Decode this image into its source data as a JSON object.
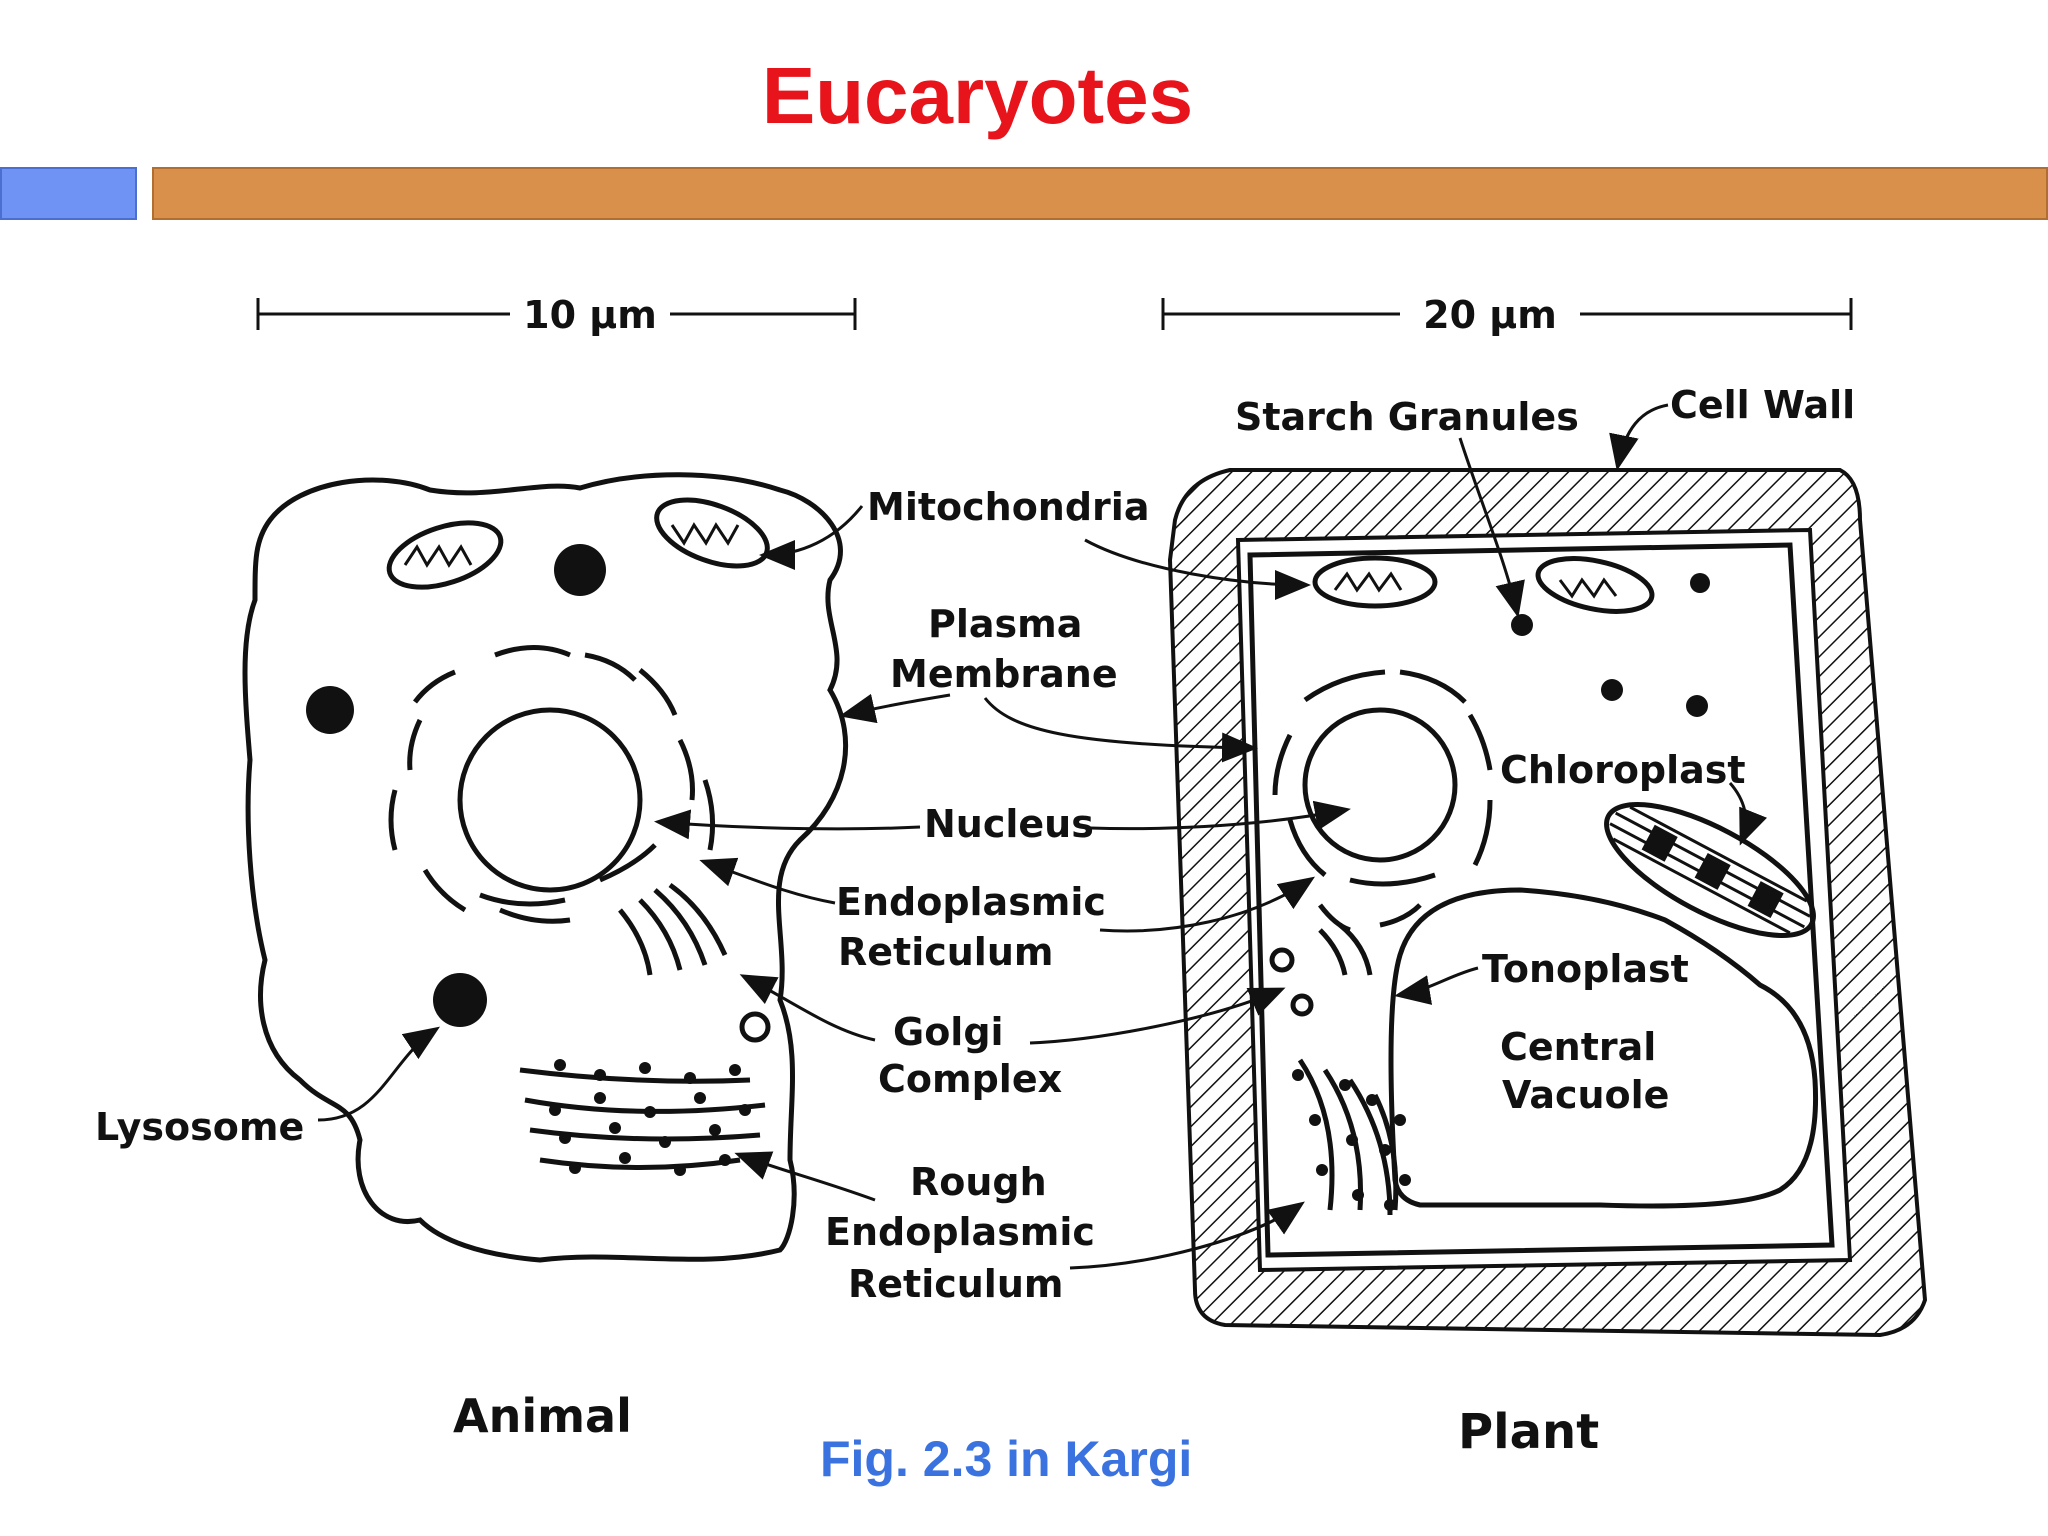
{
  "title": "Eucaryotes",
  "caption": "Fig. 2.3 in Kargi",
  "scale": {
    "animal": "10 µm",
    "plant": "20 µm"
  },
  "labels": {
    "mitochondria": "Mitochondria",
    "plasma1": "Plasma",
    "plasma2": "Membrane",
    "nucleus": "Nucleus",
    "er1": "Endoplasmic",
    "er2": "Reticulum",
    "golgi1": "Golgi",
    "golgi2": "Complex",
    "rer1": "Rough",
    "rer2": "Endoplasmic",
    "rer3": "Reticulum",
    "lysosome": "Lysosome",
    "starch": "Starch Granules",
    "cellwall": "Cell Wall",
    "chloroplast": "Chloroplast",
    "tonoplast": "Tonoplast",
    "vacuole1": "Central",
    "vacuole2": "Vacuole",
    "animal": "Animal",
    "plant": "Plant"
  }
}
